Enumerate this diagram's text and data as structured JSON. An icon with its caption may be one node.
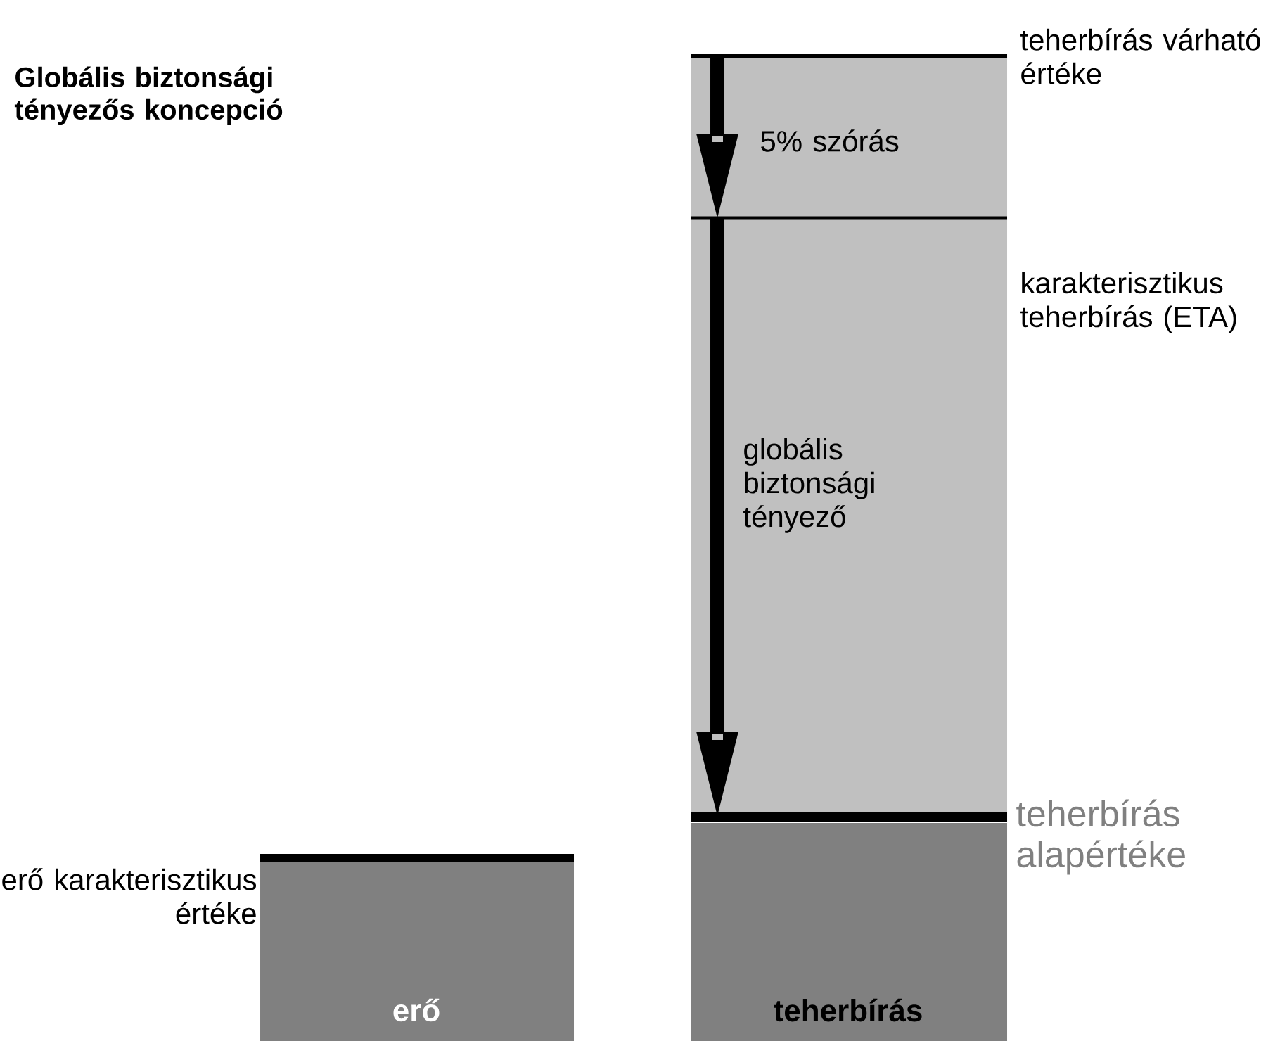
{
  "diagram": {
    "title": "Globális biztonsági tényezős koncepció",
    "nodes": [
      {
        "text": [
          "5% szórás"
        ]
      },
      {
        "text": [
          "globális biztonsági tényező"
        ]
      },
      {
        "text": [
          "erő"
        ]
      },
      {
        "text": [
          "teherbírás"
        ]
      }
    ],
    "labels": [
      "teherbírás várható értéke",
      "karakterisztikus teherbírás (ETA)",
      "erő karakterisztikus értéke",
      "teherbírás alapértéke"
    ]
  }
}
